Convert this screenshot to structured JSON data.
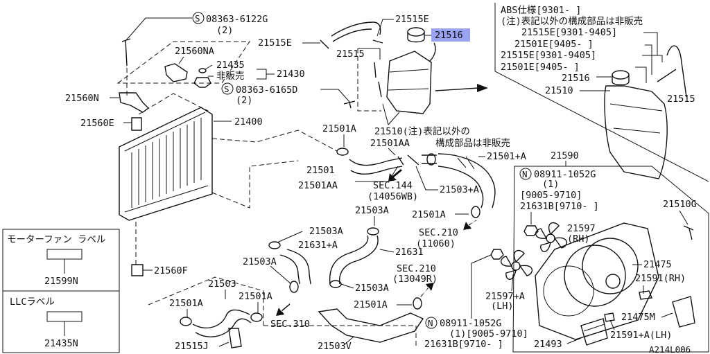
{
  "diagram": {
    "colors": {
      "highlight": "#9aa3f2",
      "ink": "#111111"
    },
    "callouts": {
      "bolt1": "08363-6122G",
      "bolt1_qty": "(2)",
      "hose_21515E_a": "21515E",
      "hose_21515E_b": "21515E",
      "hose_21515": "21515",
      "cap_21516": "21516",
      "bracket_21560NA": "21560NA",
      "cap_21435": "21435",
      "not_sold_1": "非販売",
      "part_21430": "21430",
      "bolt2": "08363-6165D",
      "bolt2_qty": "(2)",
      "bracket_21560N": "21560N",
      "mount_21560E": "21560E",
      "radiator_21400": "21400",
      "clamp_21501A_1": "21501A",
      "clamp_21501AA_1": "21501AA",
      "tank_21510_note": "21510(注)表記以外の",
      "tank_note_2": "構成部品は非販売",
      "hose_21501_plus_A": "21501+A",
      "hose_21501": "21501",
      "clamp_21501AA_2": "21501AA",
      "sec144": "SEC.144",
      "sec144_ref": "(14056WB)",
      "hose_21503_plus_A": "21503+A",
      "clamp_21501A_2": "21501A",
      "sec210_a": "SEC.210",
      "sec210_a_ref": "(11060)",
      "clamp_21503A_1": "21503A",
      "clamp_21503A_2": "21503A",
      "clamp_21503A_3": "21503A",
      "hose_21631_plus_A": "21631+A",
      "hose_21631": "21631",
      "sec210_b": "SEC.210",
      "sec210_b_ref": "(13049R)",
      "hose_21503": "21503",
      "clamp_21501A_3": "21501A",
      "clamp_21501A_4": "21501A",
      "clamp_21501A_5": "21501A",
      "sec310": "SEC.310",
      "hose_21515J": "21515J",
      "pipe_21503V": "21503V",
      "mount_21560F": "21560F",
      "assy_21590": "21590",
      "nut1": "08911-1052G",
      "nut1_qty": "(1)",
      "nut1_date": "[9005-9710]",
      "nut1_alt": "21631B[9710- ]",
      "bolt_21510G": "21510G",
      "fan_21597": "21597",
      "fan_21597_rh": "(RH)",
      "shroud_21475": "21475",
      "motor_21591_rh": "21591(RH)",
      "fan_21597_plus_A": "21597+A",
      "fan_21597_lh": "(LH)",
      "motor_21475M": "21475M",
      "nut2": "08911-1052G",
      "nut2_qty": "(1)[9005-9710]",
      "nut2_alt": "21631B[9710- ]",
      "module_21493": "21493",
      "motor_21591_plus_A_lh": "21591+A(LH)",
      "diagram_id": "A214L006"
    },
    "abs_box": {
      "title": "ABS仕様[9301-      ]",
      "note": "(注)表記以外の構成部品は非販売",
      "line_1": "21515E[9301-9405]",
      "line_2": "21501E[9405-      ]",
      "line_3": "21515E[9301-9405]",
      "line_4": "21501E[9405-      ]",
      "cap": "21516",
      "tank": "21510",
      "hose": "21515"
    },
    "labels_box": {
      "fan_label_title": "モーターファン  ラベル",
      "fan_label_part": "21599N",
      "llc_label_title": "LLCラベル",
      "llc_label_part": "21435N"
    }
  }
}
